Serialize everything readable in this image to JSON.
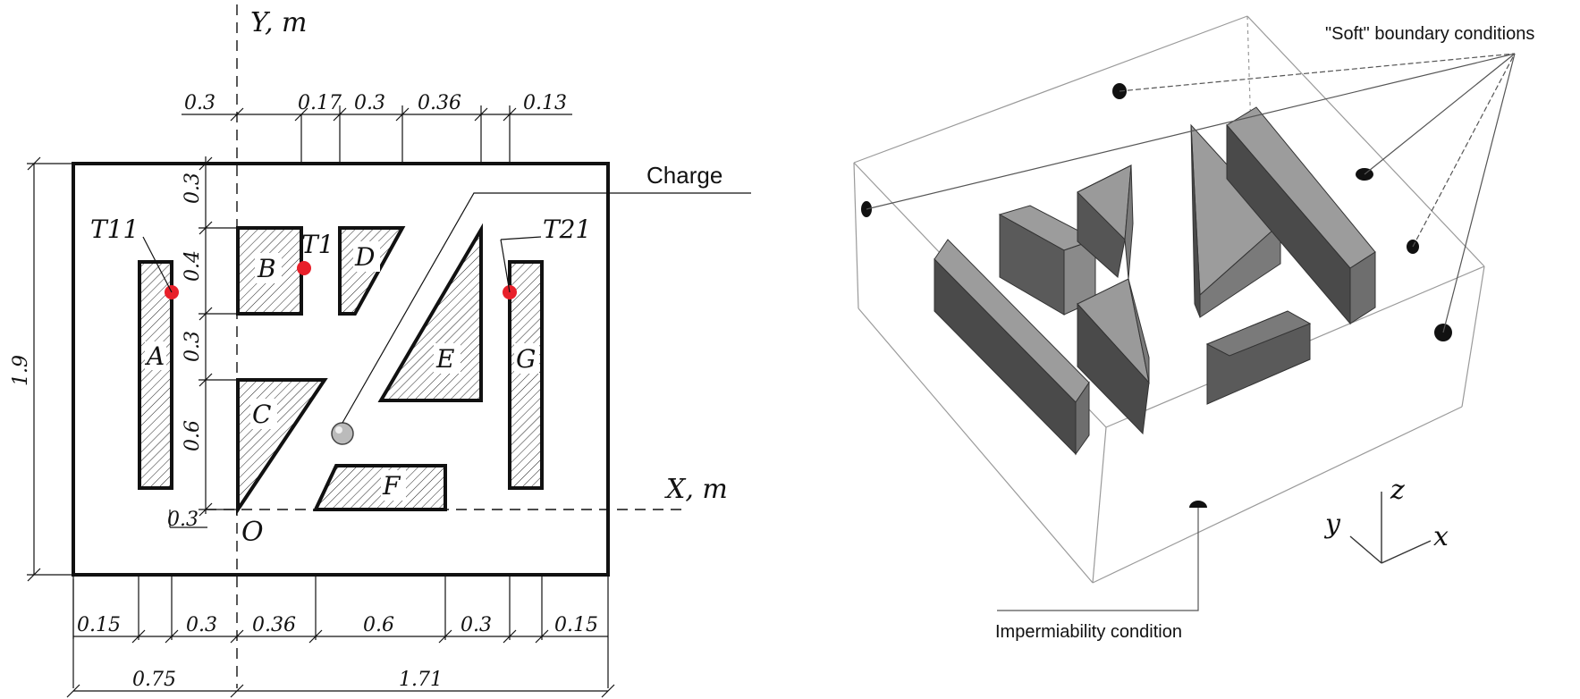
{
  "plan": {
    "axis_y_label": "Y, m",
    "axis_x_label": "X, m",
    "origin_label": "O",
    "charge_label": "Charge",
    "sensor_labels": {
      "t11": "T11",
      "t1": "T1",
      "t21": "T21"
    },
    "obstacle_labels": {
      "a": "A",
      "b": "B",
      "c": "C",
      "d": "D",
      "e": "E",
      "f": "F",
      "g": "G"
    },
    "top_dims": {
      "d1": "0.3",
      "d2": "0.17",
      "d3": "0.3",
      "d4": "0.36",
      "d5": "0.13"
    },
    "left_dims": {
      "d1": "0.3",
      "d2": "0.4",
      "d3": "0.3",
      "d4": "0.6",
      "d5": "0.3"
    },
    "height_dim": "1.9",
    "bottom_dims": {
      "d1": "0.15",
      "d2": "0.3",
      "d3": "0.36",
      "d4": "0.6",
      "d5": "0.3",
      "d6": "0.15"
    },
    "bottom_totals": {
      "left": "0.75",
      "right": "1.71"
    },
    "colors": {
      "sensor": "#e8202a",
      "outline": "#111111"
    }
  },
  "model3d": {
    "soft_bc_label": "\"Soft\" boundary conditions",
    "imperm_label": "Impermiability condition",
    "axis_labels": {
      "x": "x",
      "y": "y",
      "z": "z"
    },
    "colors": {
      "dark_face": "#4a4a4a",
      "mid_face": "#6e6e6e",
      "light_face": "#9c9c9c"
    }
  }
}
